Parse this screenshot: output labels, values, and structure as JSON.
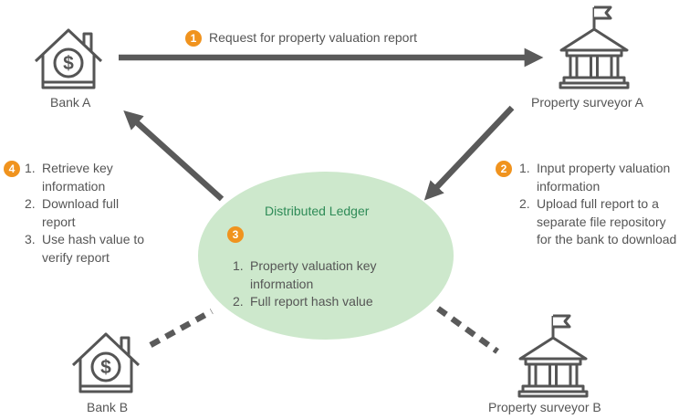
{
  "nodes": {
    "bank_a": "Bank A",
    "bank_b": "Bank B",
    "surveyor_a": "Property surveyor A",
    "surveyor_b": "Property surveyor B",
    "ledger": "Distributed Ledger"
  },
  "steps": {
    "step1": {
      "number": "1",
      "text": "Request for property valuation report"
    },
    "step2": {
      "number": "2",
      "items": [
        {
          "n": "1.",
          "text": "Input property valuation information"
        },
        {
          "n": "2.",
          "text": "Upload full report to a separate file repository for the bank to download"
        }
      ]
    },
    "step3": {
      "number": "3",
      "items": [
        {
          "n": "1.",
          "text": "Property valuation key information"
        },
        {
          "n": "2.",
          "text": "Full report hash value"
        }
      ]
    },
    "step4": {
      "number": "4",
      "items": [
        {
          "n": "1.",
          "text": "Retrieve key information"
        },
        {
          "n": "2.",
          "text": "Download full report"
        },
        {
          "n": "3.",
          "text": "Use hash value to verify report"
        }
      ]
    }
  },
  "colors": {
    "arrow": "#5a5a5a",
    "icon": "#555555",
    "ledger_fill": "#cde8cc",
    "ledger_text": "#2e8b57",
    "badge": "#f0931e"
  },
  "icons": {
    "bank": "bank-house-dollar-icon",
    "surveyor": "institution-building-flag-icon"
  }
}
